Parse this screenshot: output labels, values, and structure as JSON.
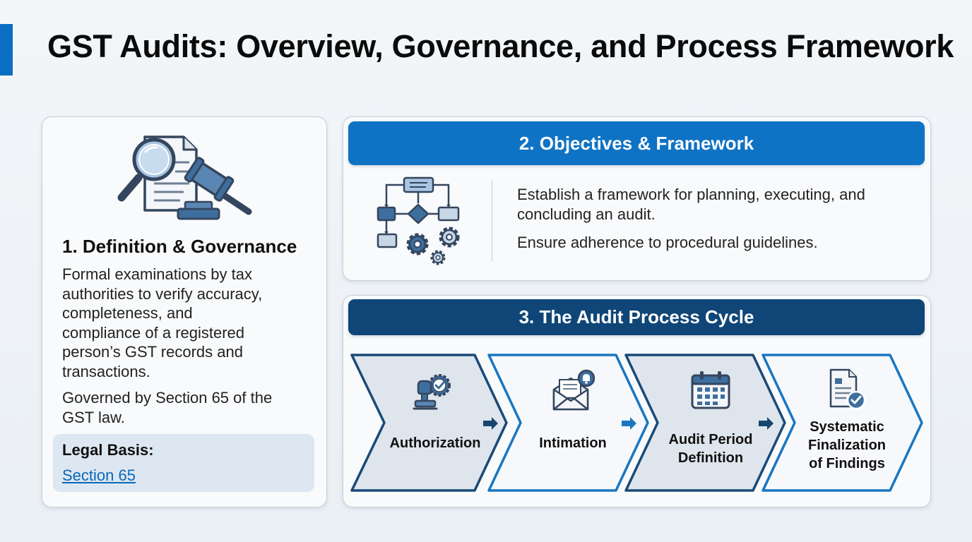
{
  "title": "GST Audits: Overview, Governance, and Process Framework",
  "section1": {
    "title": "1. Definition & Governance",
    "description": "Formal examinations by tax authorities to verify accuracy, completeness, and compliance of a registered person’s GST records and transactions.",
    "governance": "Governed by Section 65 of the GST law.",
    "legal_basis_label": "Legal Basis:",
    "legal_basis_link": "Section 65",
    "icon": "audit-magnifier-gavel-icon"
  },
  "section2": {
    "title": "2. Objectives & Framework",
    "points": [
      "Establish a framework for planning, executing, and concluding an audit.",
      "Ensure adherence to procedural guidelines."
    ],
    "icon": "flowchart-gears-icon"
  },
  "section3": {
    "title": "3. The Audit Process Cycle",
    "steps": [
      {
        "label": "Authorization",
        "icon": "stamp-seal-icon"
      },
      {
        "label": "Intimation",
        "icon": "envelope-notification-icon"
      },
      {
        "label": "Audit Period\nDefinition",
        "icon": "calendar-icon"
      },
      {
        "label": "Systematic\nFinalization\nof Findings",
        "icon": "document-check-icon"
      }
    ]
  },
  "colors": {
    "accent": "#0a6fc2",
    "banner_objectives": "#0e73c4",
    "banner_cycle": "#0f4677",
    "step_outline_dark": "#1a4a78",
    "step_outline_light": "#1a76c0",
    "icon_navy": "#34465e",
    "icon_blue": "#3e6e9e"
  }
}
